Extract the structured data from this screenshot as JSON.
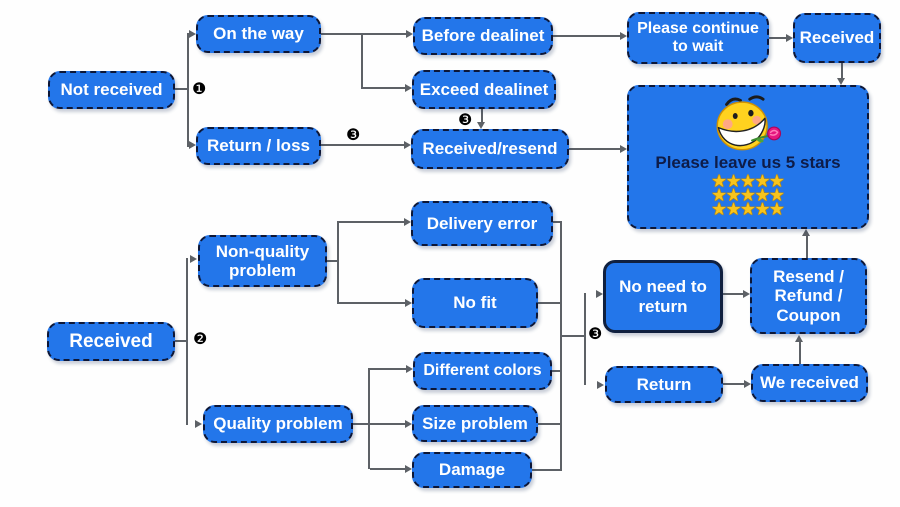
{
  "colors": {
    "box_fill": "#2376ea",
    "box_border": "#0d1737",
    "connector_gray": "#5d6166",
    "box_text": "#ffffff",
    "stars_caption_text": "#0e1c48",
    "star_gold": "#f7c41d",
    "marker_black": "#000000"
  },
  "nodes": {
    "not_received": {
      "label": "Not received"
    },
    "on_the_way": {
      "label": "On the way"
    },
    "return_loss": {
      "label": "Return / loss"
    },
    "before_dealinet": {
      "label": "Before dealinet"
    },
    "exceed_dealinet": {
      "label": "Exceed dealinet"
    },
    "received_resend": {
      "label": "Received/resend"
    },
    "please_continue": {
      "label": "Please continue to wait"
    },
    "received_top": {
      "label": "Received"
    },
    "delivery_error": {
      "label": "Delivery error"
    },
    "non_quality": {
      "label": "Non-quality problem"
    },
    "no_fit": {
      "label": "No fit"
    },
    "received_left": {
      "label": "Received"
    },
    "no_need": {
      "label": "No need to return"
    },
    "resend_refund": {
      "label": "Resend / Refund / Coupon"
    },
    "different_colors": {
      "label": "Different colors"
    },
    "return_item": {
      "label": "Return"
    },
    "we_received": {
      "label": "We received"
    },
    "quality_problem": {
      "label": "Quality problem"
    },
    "size_problem": {
      "label": "Size problem"
    },
    "damage": {
      "label": "Damage"
    }
  },
  "stars_box": {
    "caption": "Please leave us 5 stars",
    "star_row": "★★★★★",
    "rows": 3,
    "stars_per_row": 5,
    "smiley_icon": "smiley-with-rose"
  },
  "markers": {
    "one": "❶",
    "two": "❷",
    "three": "❸"
  }
}
